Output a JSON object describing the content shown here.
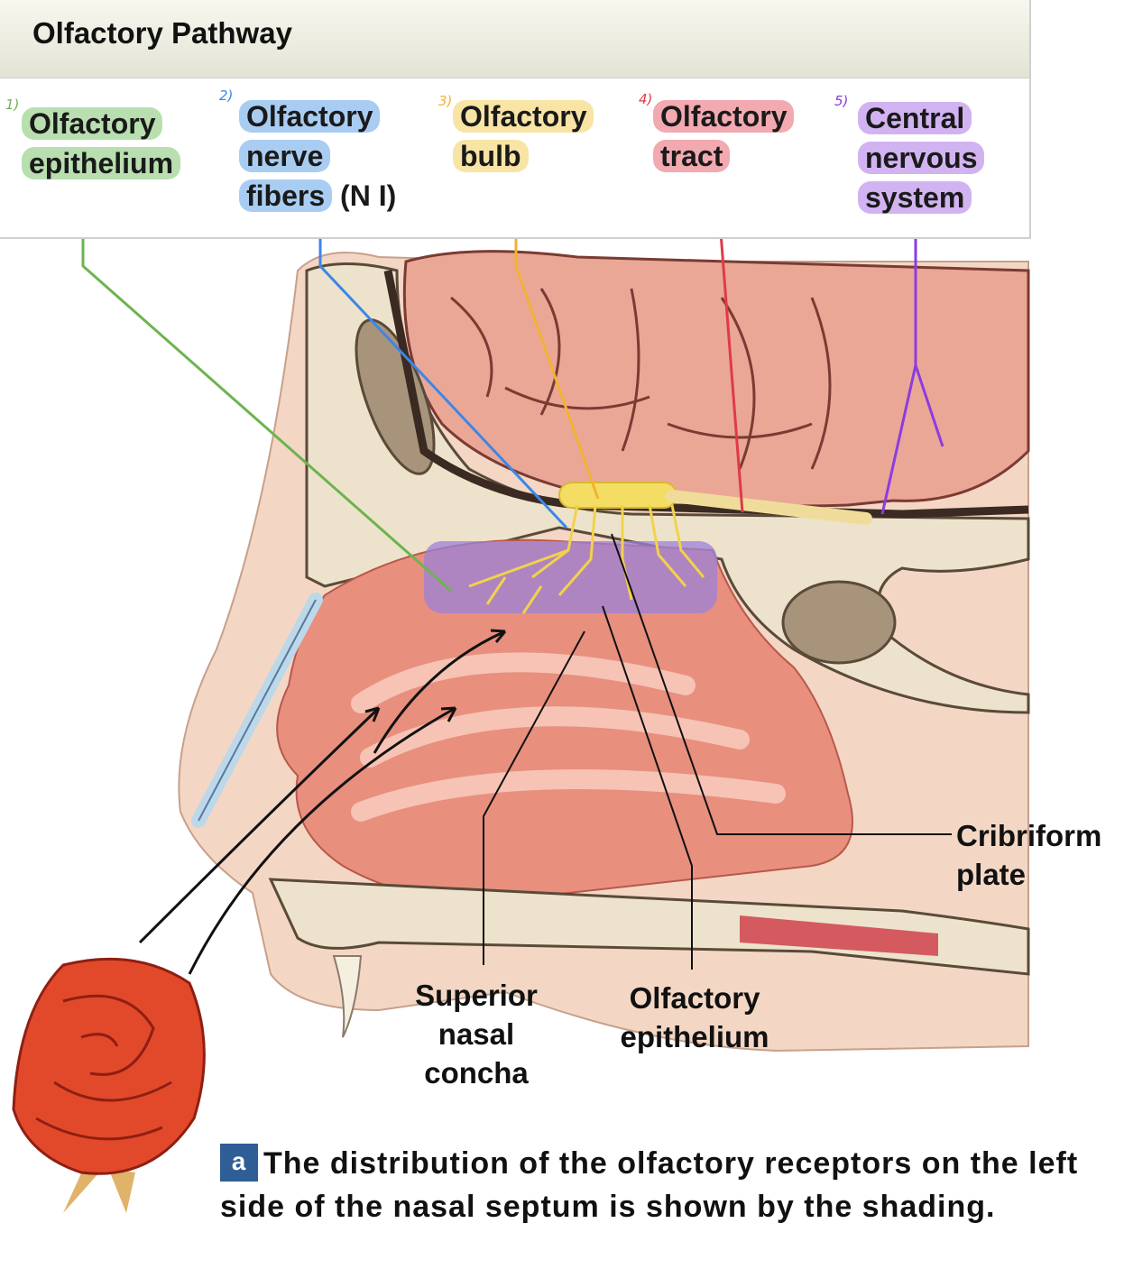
{
  "table": {
    "title": "Olfactory Pathway",
    "columns": [
      {
        "number": "1)",
        "lines": [
          "Olfactory",
          "epithelium"
        ],
        "suffix": "",
        "color": "#6db34f"
      },
      {
        "number": "2)",
        "lines": [
          "Olfactory",
          "nerve",
          "fibers"
        ],
        "suffix": "(N I)",
        "color": "#3d86e8"
      },
      {
        "number": "3)",
        "lines": [
          "Olfactory",
          "bulb"
        ],
        "suffix": "",
        "color": "#f2b233"
      },
      {
        "number": "4)",
        "lines": [
          "Olfactory",
          "tract"
        ],
        "suffix": "",
        "color": "#e03a47"
      },
      {
        "number": "5)",
        "lines": [
          "Central",
          "nervous",
          "system"
        ],
        "suffix": "",
        "color": "#8a3de0"
      }
    ]
  },
  "labels": {
    "cribriform": [
      "Cribriform",
      "plate"
    ],
    "concha": [
      "Superior",
      "nasal",
      "concha"
    ],
    "epithelium": [
      "Olfactory",
      "epithelium"
    ]
  },
  "caption": {
    "letter": "a",
    "text": "The distribution of the olfactory receptors on the left side of the nasal septum is shown by the shading."
  }
}
